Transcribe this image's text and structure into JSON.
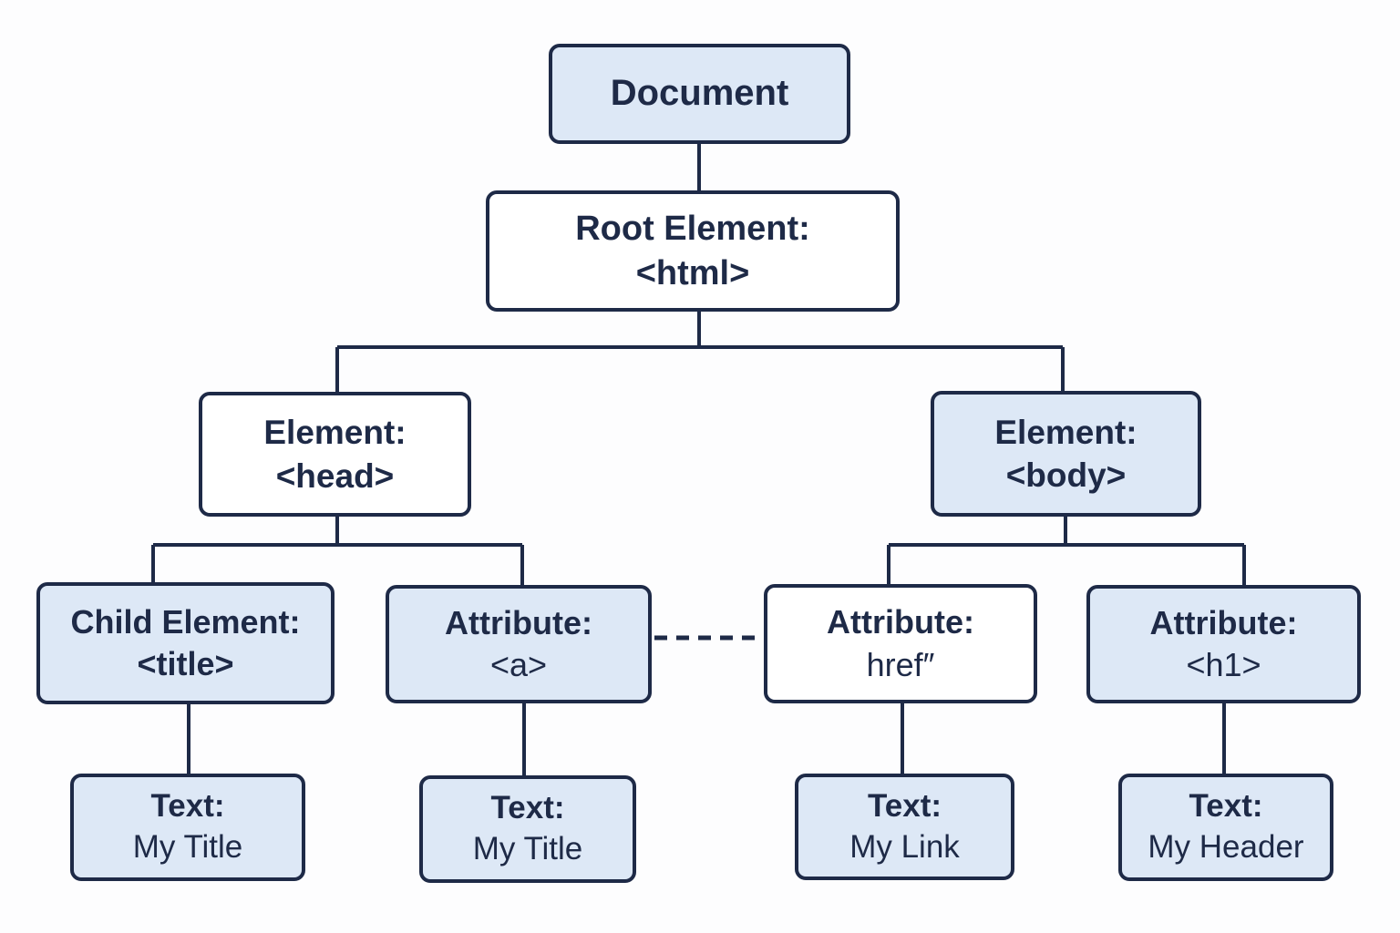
{
  "diagram": {
    "description": "DOM tree structure diagram",
    "colors": {
      "box_fill_blue": "#dde8f6",
      "box_fill_white": "#ffffff",
      "border": "#1e2a47",
      "text": "#1e2a47",
      "background": "#fdfdfe"
    },
    "nodes": {
      "document": {
        "line1": "Document"
      },
      "root": {
        "line1": "Root Element:",
        "line2": "<html>"
      },
      "head": {
        "line1": "Element:",
        "line2": "<head>"
      },
      "body": {
        "line1": "Element:",
        "line2": "<body>"
      },
      "title": {
        "line1": "Child Element:",
        "line2": "<title>"
      },
      "anchor": {
        "line1": "Attribute:",
        "line2": "<a>"
      },
      "href": {
        "line1": "Attribute:",
        "line2": "href″"
      },
      "h1": {
        "line1": "Attribute:",
        "line2": "<h1>"
      },
      "text_title1": {
        "line1": "Text:",
        "line2": "My Title"
      },
      "text_title2": {
        "line1": "Text:",
        "line2": "My Title"
      },
      "text_link": {
        "line1": "Text:",
        "line2": "My Link"
      },
      "text_header": {
        "line1": "Text:",
        "line2": "My Header"
      }
    }
  }
}
